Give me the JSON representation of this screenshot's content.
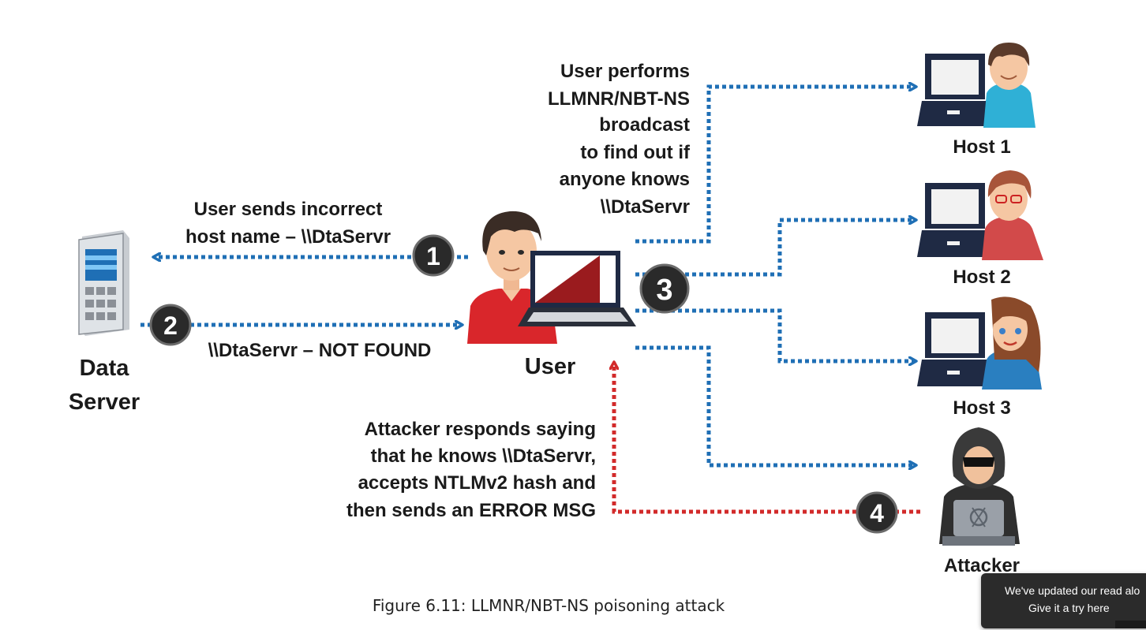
{
  "labels": {
    "data_server": [
      "Data",
      "Server"
    ],
    "user": "User",
    "host1": "Host 1",
    "host2": "Host 2",
    "host3": "Host 3",
    "attacker": "Attacker"
  },
  "steps": {
    "s1": "1",
    "s2": "2",
    "s3": "3",
    "s4": "4"
  },
  "annotations": {
    "step1": [
      "User sends incorrect",
      "host name – \\\\DtaServr"
    ],
    "step2": "\\\\DtaServr – NOT FOUND",
    "step3": [
      "User performs",
      "LLMNR/NBT-NS",
      "broadcast",
      "to find out if",
      "anyone knows",
      "\\\\DtaServr"
    ],
    "step4": [
      "Attacker responds saying",
      "that he knows \\\\DtaServr,",
      "accepts NTLMv2 hash and",
      "then sends an ERROR MSG"
    ]
  },
  "caption": "Figure 6.11: LLMNR/NBT-NS poisoning attack",
  "toast": {
    "line1": "We've updated our read alo",
    "line2": "Give it a try here"
  },
  "colors": {
    "blue_dotted": "#1f6fb5",
    "red_dotted": "#d22a2a",
    "badge": "#2a2a2a",
    "skin": "#f5c7a3",
    "red_shirt": "#d9262b",
    "laptop": "#1f2a44"
  }
}
